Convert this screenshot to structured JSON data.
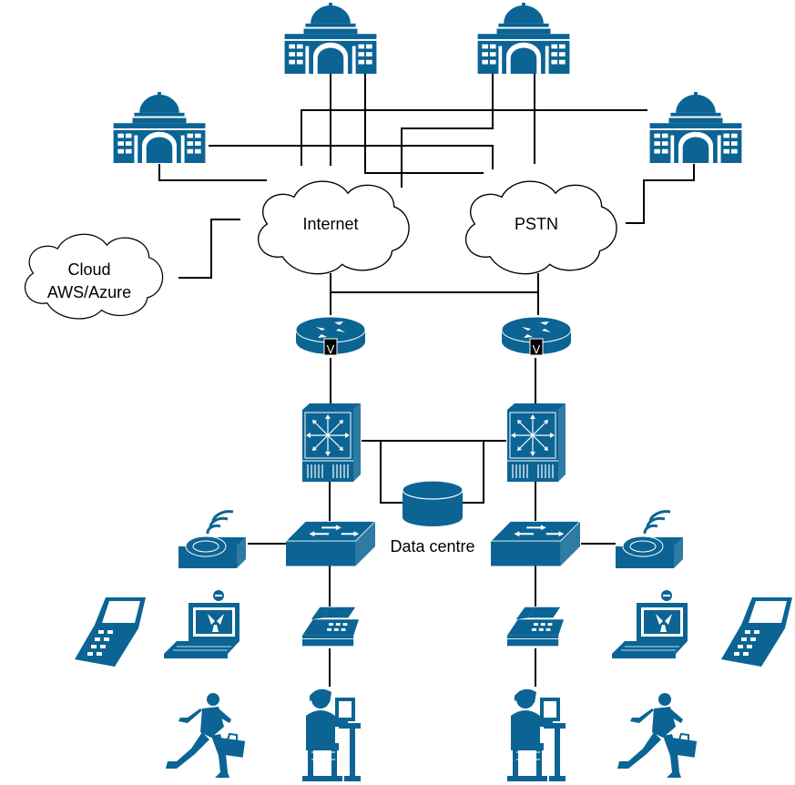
{
  "labels": {
    "internet": "Internet",
    "pstn": "PSTN",
    "cloud_line1": "Cloud",
    "cloud_line2": "AWS/Azure",
    "data_centre": "Data centre",
    "router_badge": "V"
  },
  "colors": {
    "icon": "#0b6494",
    "line": "#000000",
    "cloud_fill": "#ffffff"
  },
  "icons": [
    "government-building-icon",
    "cloud-icon",
    "voice-router-icon",
    "layer3-switch-icon",
    "workgroup-switch-icon",
    "database-icon",
    "wireless-phone-icon",
    "video-laptop-icon",
    "pda-icon",
    "ip-phone-icon",
    "office-worker-icon",
    "running-man-icon"
  ]
}
